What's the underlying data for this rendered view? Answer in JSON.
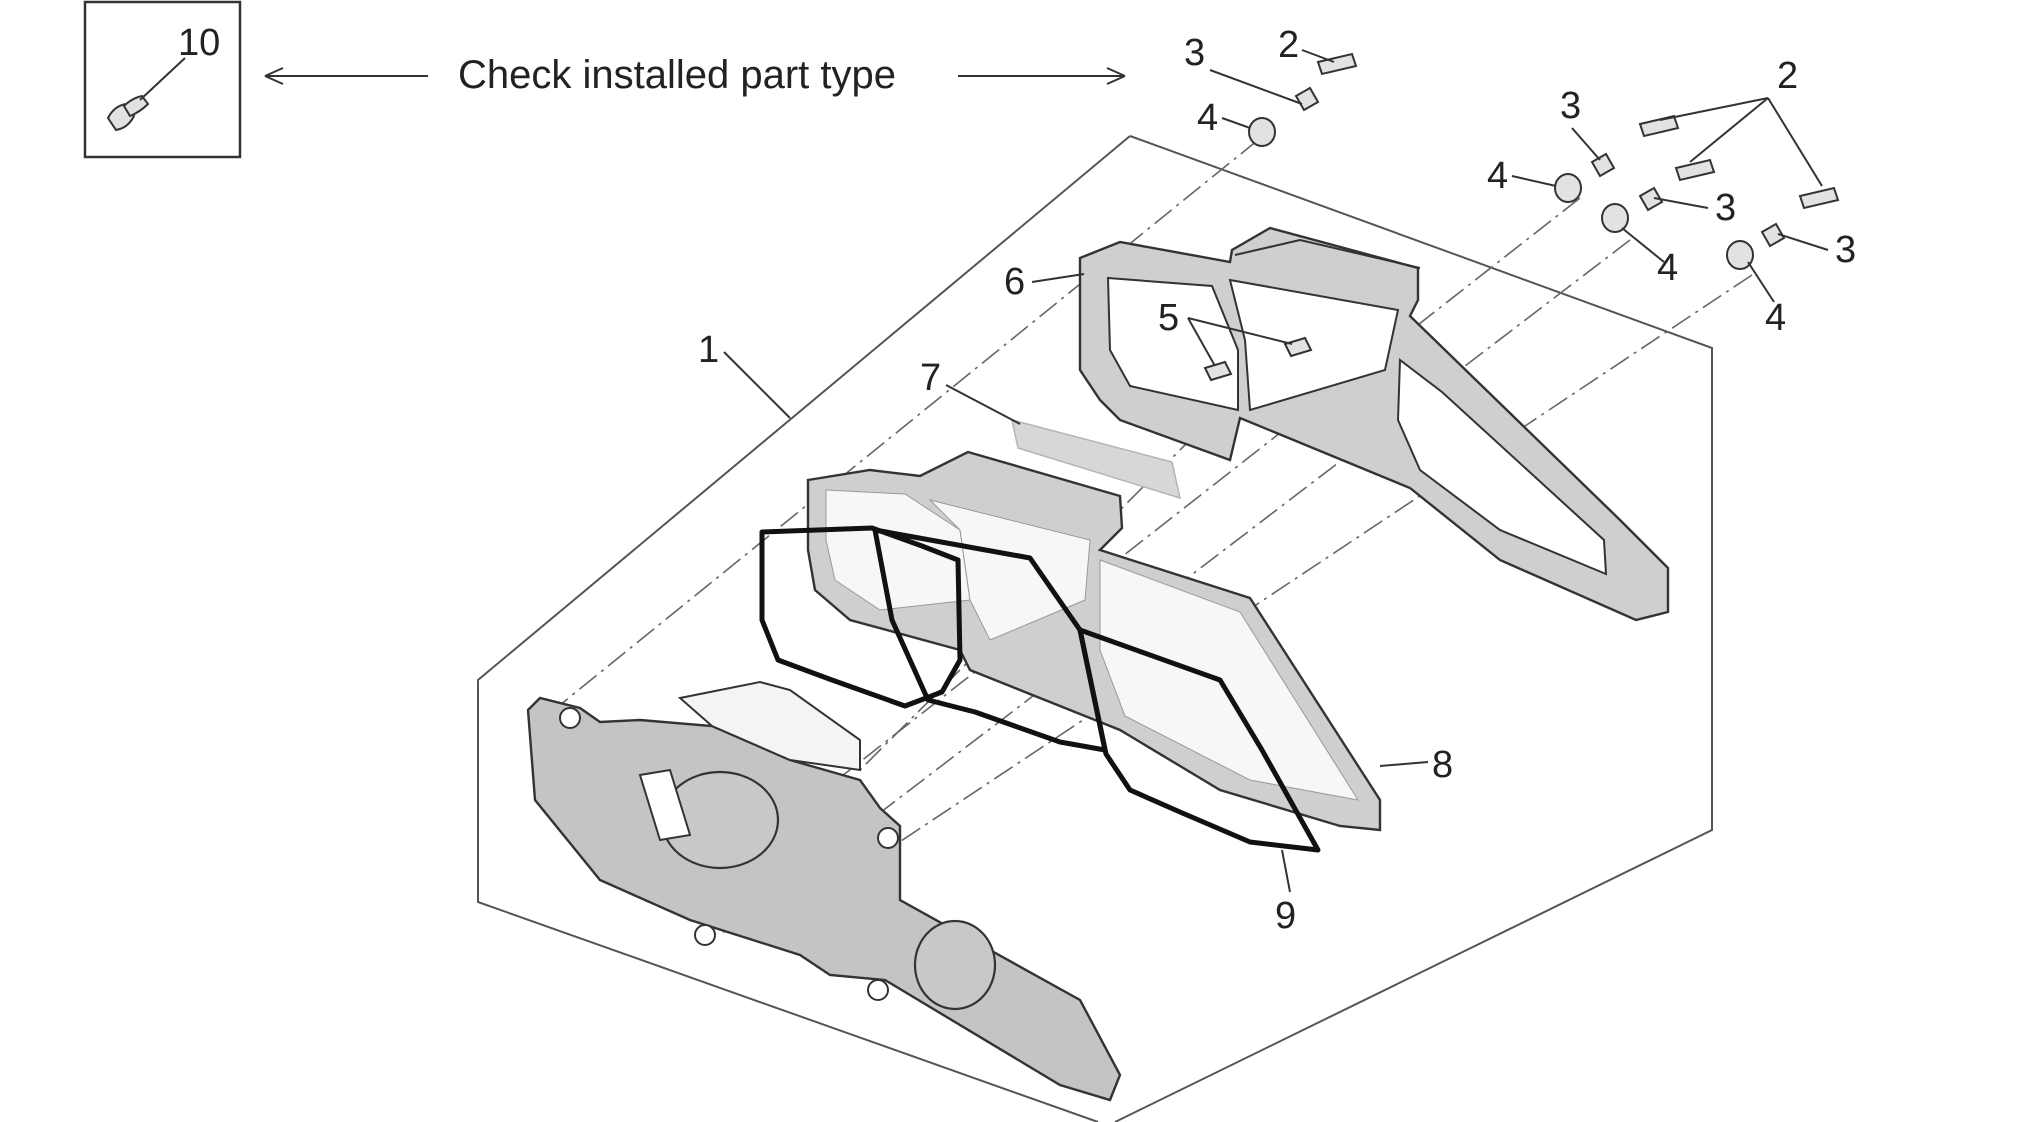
{
  "note": {
    "text": "Check installed part type",
    "inset_label": "10"
  },
  "callouts": {
    "c1": "1",
    "c2a": "2",
    "c2b": "2",
    "c3a": "3",
    "c3b": "3",
    "c3c": "3",
    "c3d": "3",
    "c4a": "4",
    "c4b": "4",
    "c4c": "4",
    "c4d": "4",
    "c5": "5",
    "c6": "6",
    "c7": "7",
    "c8": "8",
    "c9": "9"
  }
}
